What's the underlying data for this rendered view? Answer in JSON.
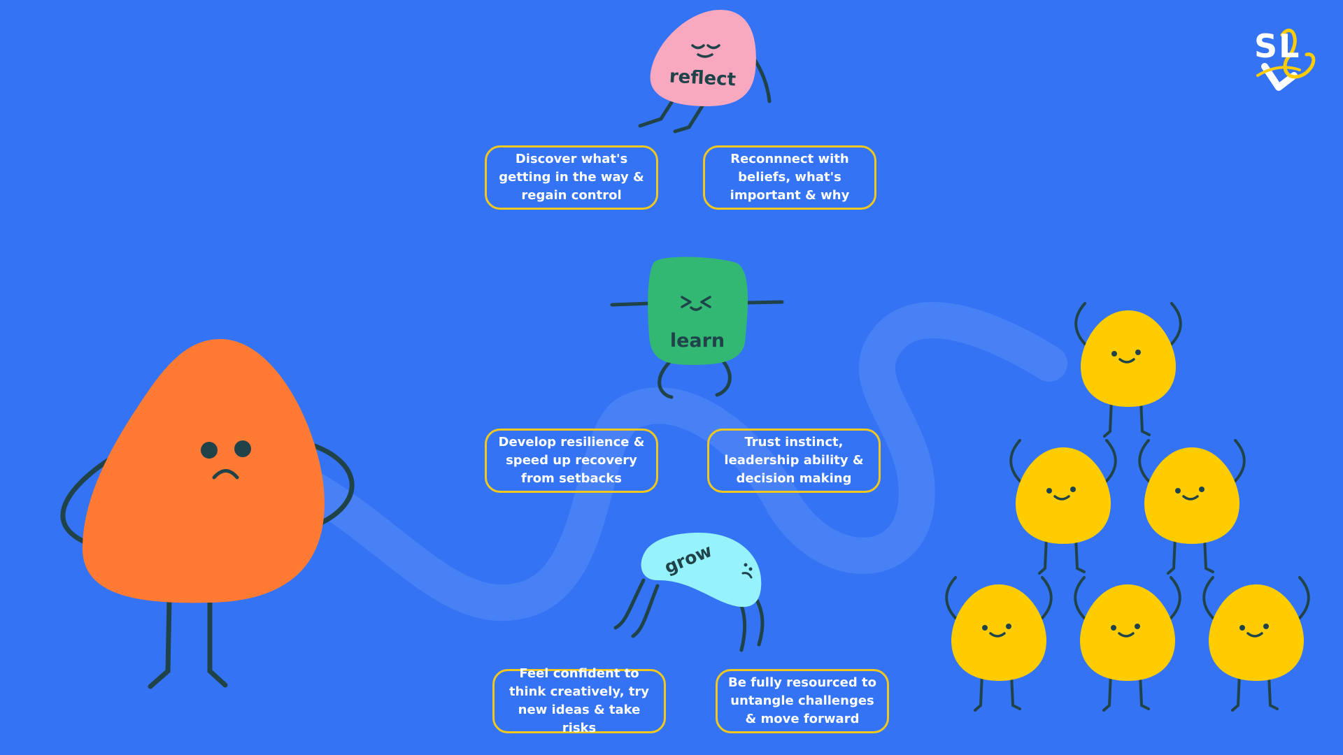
{
  "colors": {
    "background": "#3474f4",
    "box_border": "#f2c81f",
    "box_text": "#ffffff",
    "reflect": "#f8a9c0",
    "learn": "#33b873",
    "grow": "#96f2fc",
    "orange": "#ff7b33",
    "yellow": "#ffcc00",
    "ink": "#20434a"
  },
  "logo": {
    "text": "SL"
  },
  "characters": {
    "reflect": {
      "label": "reflect"
    },
    "learn": {
      "label": "learn"
    },
    "grow": {
      "label": "grow"
    }
  },
  "boxes": {
    "reflect_left": "Discover what's getting in the way & regain control",
    "reflect_right": "Reconnnect with beliefs,  what's important & why",
    "learn_left": "Develop resilience & speed up recovery from setbacks",
    "learn_right": "Trust instinct, leadership ability & decision making",
    "grow_left": "Feel confident to think creatively, try new ideas & take risks",
    "grow_right": "Be fully resourced to untangle challenges & move forward"
  }
}
